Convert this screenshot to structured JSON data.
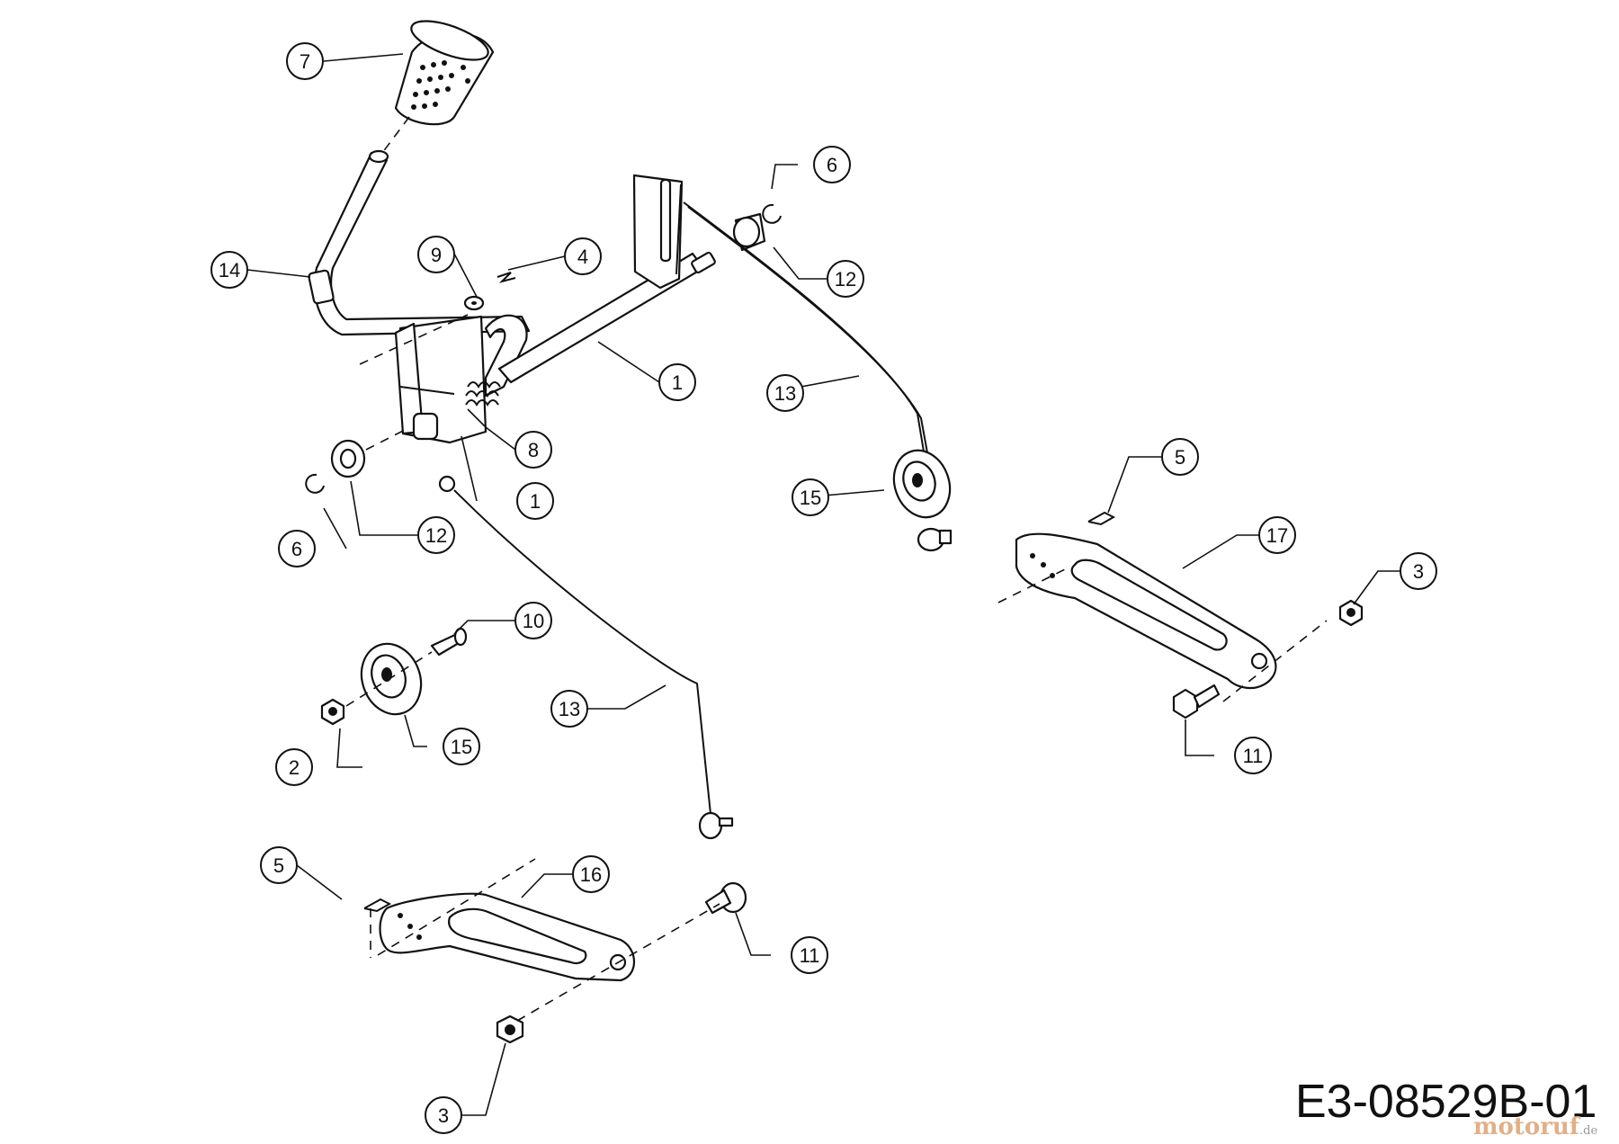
{
  "diagram": {
    "drawing_code": "E3-08529B-01",
    "watermark": {
      "text": "motoruf",
      "tld": ".de"
    },
    "callouts": [
      "1",
      "1",
      "2",
      "3",
      "3",
      "4",
      "5",
      "5",
      "6",
      "6",
      "7",
      "8",
      "9",
      "10",
      "11",
      "11",
      "12",
      "12",
      "13",
      "13",
      "14",
      "15",
      "15",
      "16",
      "17"
    ]
  }
}
